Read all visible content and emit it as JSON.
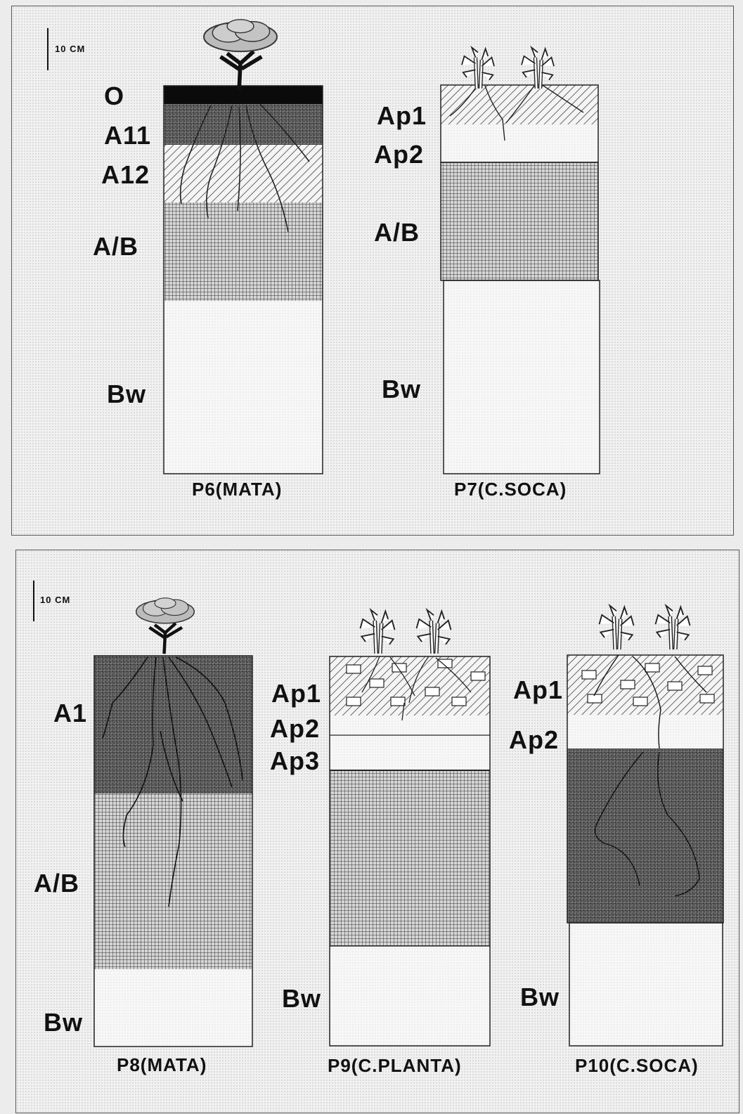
{
  "top_panel": {
    "scale_label": "10 CM",
    "profiles": [
      {
        "name": "P6(MATA)",
        "vegetation": "tree-icon",
        "horizons": [
          "O",
          "A11",
          "A12",
          "A/B",
          "Bw"
        ]
      },
      {
        "name": "P7(C.SOCA)",
        "vegetation": "sugarcane-icon",
        "horizons": [
          "Ap1",
          "Ap2",
          "A/B",
          "Bw"
        ]
      }
    ]
  },
  "bottom_panel": {
    "scale_label": "10 CM",
    "profiles": [
      {
        "name": "P8(MATA)",
        "vegetation": "tree-icon",
        "horizons": [
          "A1",
          "A/B",
          "Bw"
        ]
      },
      {
        "name": "P9(C.PLANTA)",
        "vegetation": "sugarcane-icon",
        "horizons": [
          "Ap1",
          "Ap2",
          "Ap3",
          "Bw"
        ]
      },
      {
        "name": "P10(C.SOCA)",
        "vegetation": "sugarcane-icon",
        "horizons": [
          "Ap1",
          "Ap2",
          "Bw"
        ]
      }
    ]
  }
}
